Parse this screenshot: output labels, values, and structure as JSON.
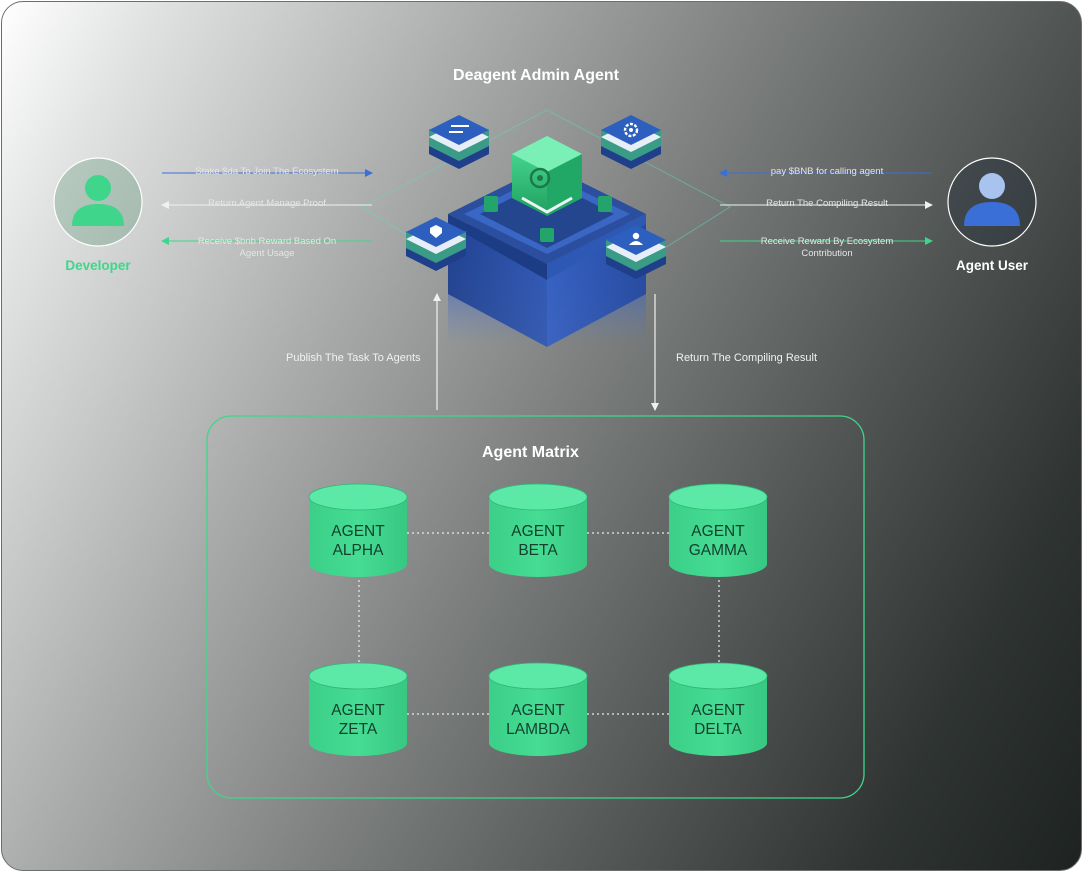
{
  "admin": {
    "title": "Deagent Admin  Agent"
  },
  "developer": {
    "label": "Developer",
    "flows": [
      {
        "text": "Stake $da To Join The Ecosystem"
      },
      {
        "text": "Return Agent Manage Proof"
      },
      {
        "text": "Receive $bnb Reward Based On",
        "text2": "Agent Usage"
      }
    ]
  },
  "user": {
    "label": "Agent User",
    "flows": [
      {
        "text": "pay $BNB for calling agent"
      },
      {
        "text": "Return The Compiling Result"
      },
      {
        "text": "Receive Reward By Ecosystem",
        "text2": "Contribution"
      }
    ]
  },
  "vertical": {
    "publish": "Publish The Task To Agents",
    "return": "Return The Compiling Result"
  },
  "matrix": {
    "title": "Agent Matrix",
    "agents": [
      {
        "line1": "AGENT",
        "line2": "ALPHA"
      },
      {
        "line1": "AGENT",
        "line2": "BETA"
      },
      {
        "line1": "AGENT",
        "line2": "GAMMA"
      },
      {
        "line1": "AGENT",
        "line2": "ZETA"
      },
      {
        "line1": "AGENT",
        "line2": "LAMBDA"
      },
      {
        "line1": "AGENT",
        "line2": "DELTA"
      }
    ]
  },
  "colors": {
    "accent_green": "#3fd68c",
    "blue": "#3a6fd8",
    "cylinder": "#40d890",
    "cylinder_top": "#58e6a2"
  },
  "icons": [
    "developer-avatar-icon",
    "user-avatar-icon",
    "task-list-icon",
    "gear-icon",
    "shield-icon",
    "user-icon",
    "server-tower-icon"
  ]
}
